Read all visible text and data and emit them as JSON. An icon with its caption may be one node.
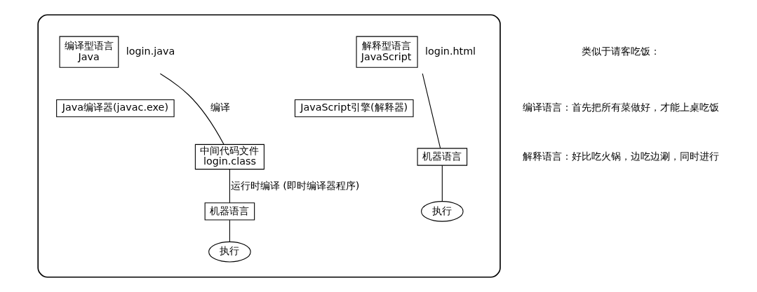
{
  "diagram": {
    "nodes": [
      {
        "text": [],
        "shape": "box"
      },
      {
        "text": [
          "编译型语言",
          "Java"
        ],
        "beside": [
          "login.java"
        ],
        "in": 0
      },
      {
        "text": [
          "Java编译器(javac.exe)"
        ],
        "in": 0
      },
      {
        "text": [
          "中间代码文件",
          "login.class"
        ],
        "in": 0
      },
      {
        "text": [
          "机器语言"
        ],
        "in": 0
      },
      {
        "text": [
          "执行"
        ],
        "in": 0
      },
      {
        "text": [
          "解释型语言",
          "JavaScript"
        ],
        "beside": [
          "login.html"
        ],
        "in": 0
      },
      {
        "text": [
          "JavaScript引擎(解释器)"
        ],
        "in": 0
      },
      {
        "text": [
          "机器语言"
        ],
        "in": 0
      },
      {
        "text": [
          "执行"
        ],
        "in": 0
      }
    ],
    "edges": [
      {
        "from": 1,
        "to": 3,
        "arrow": "none",
        "label": "编译"
      },
      {
        "from": 3,
        "to": 4,
        "arrow": "none",
        "label": "运行时编译 (即时编译器程序)"
      },
      {
        "from": 4,
        "to": 5,
        "arrow": "none"
      },
      {
        "from": 6,
        "to": 8,
        "arrow": "none"
      },
      {
        "from": 8,
        "to": 9,
        "arrow": "none"
      }
    ],
    "labels": [
      "类似于请客吃饭：",
      "编译语言：首先把所有菜做好，才能上桌吃饭",
      "解释语言：好比吃火锅，边吃边涮，同时进行"
    ]
  }
}
